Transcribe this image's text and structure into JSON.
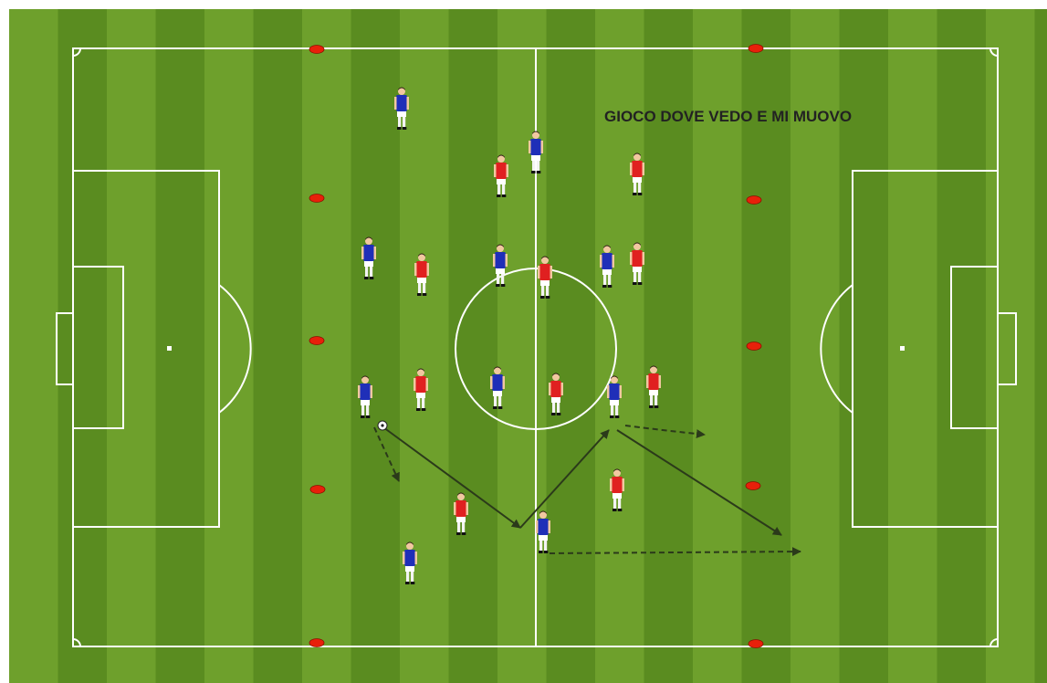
{
  "diagram": {
    "title": "GIOCO DOVE VEDO E MI MUOVO",
    "colors": {
      "grass_light": "#6ea02c",
      "grass_dark": "#5a8c20",
      "lines": "#ffffff",
      "team_blue": "#1f2fb8",
      "team_red": "#e02020",
      "cone": "#e8200a",
      "pass_arrow": "#2b3a1a"
    },
    "teams": [
      {
        "name": "blue",
        "count": 10
      },
      {
        "name": "red",
        "count": 10
      }
    ],
    "cones_count": 10,
    "ball": "soccer-ball-icon",
    "arrow_types": [
      "pass-solid",
      "run-dashed"
    ]
  }
}
